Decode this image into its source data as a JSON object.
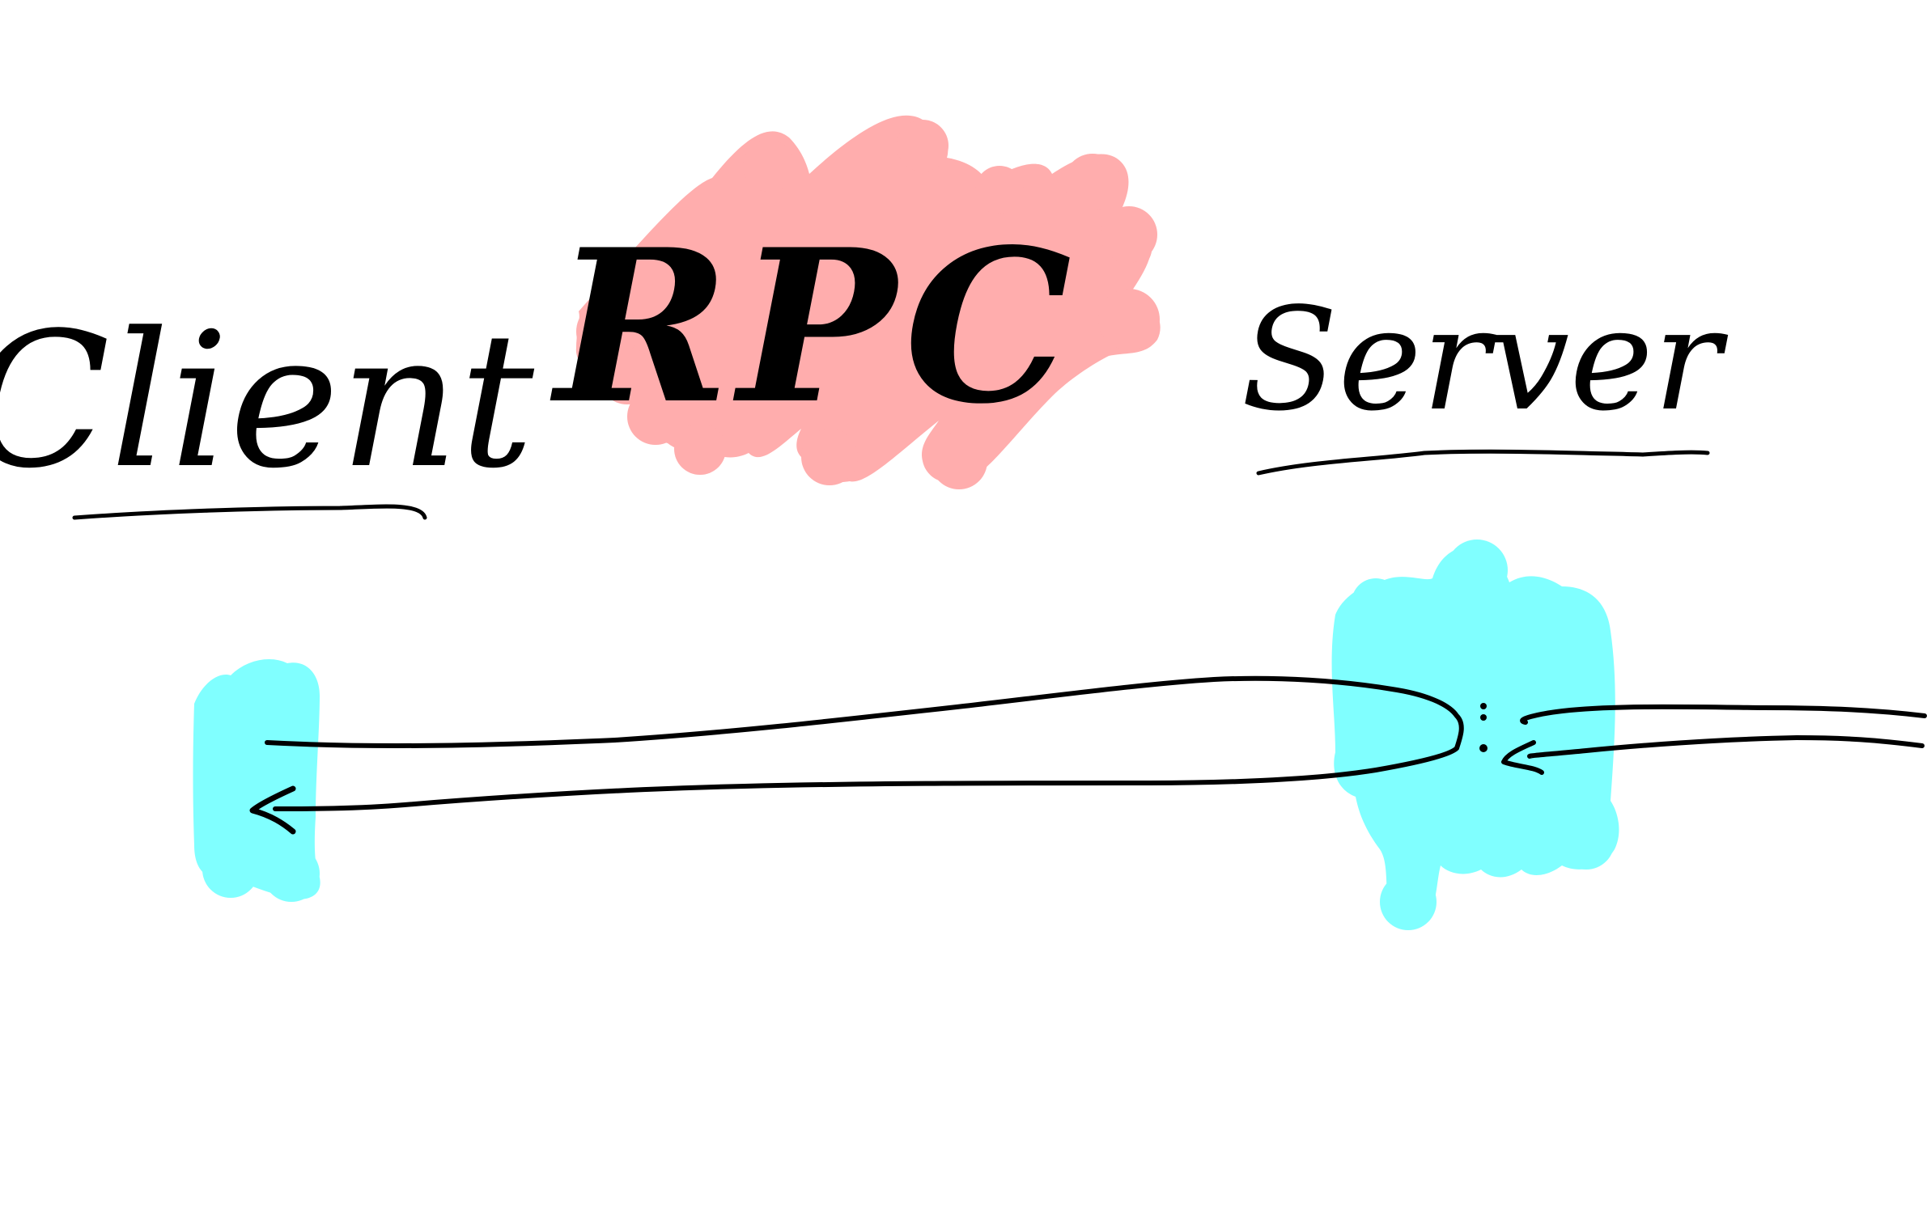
{
  "diagram": {
    "title": "RPC",
    "client_label": "Client",
    "server_label": "Server"
  },
  "colors": {
    "background": "#ffffff",
    "title_blob": "#ffadad",
    "client_box": "#80ffff",
    "server_box": "#80ffff",
    "ink": "#000000"
  }
}
